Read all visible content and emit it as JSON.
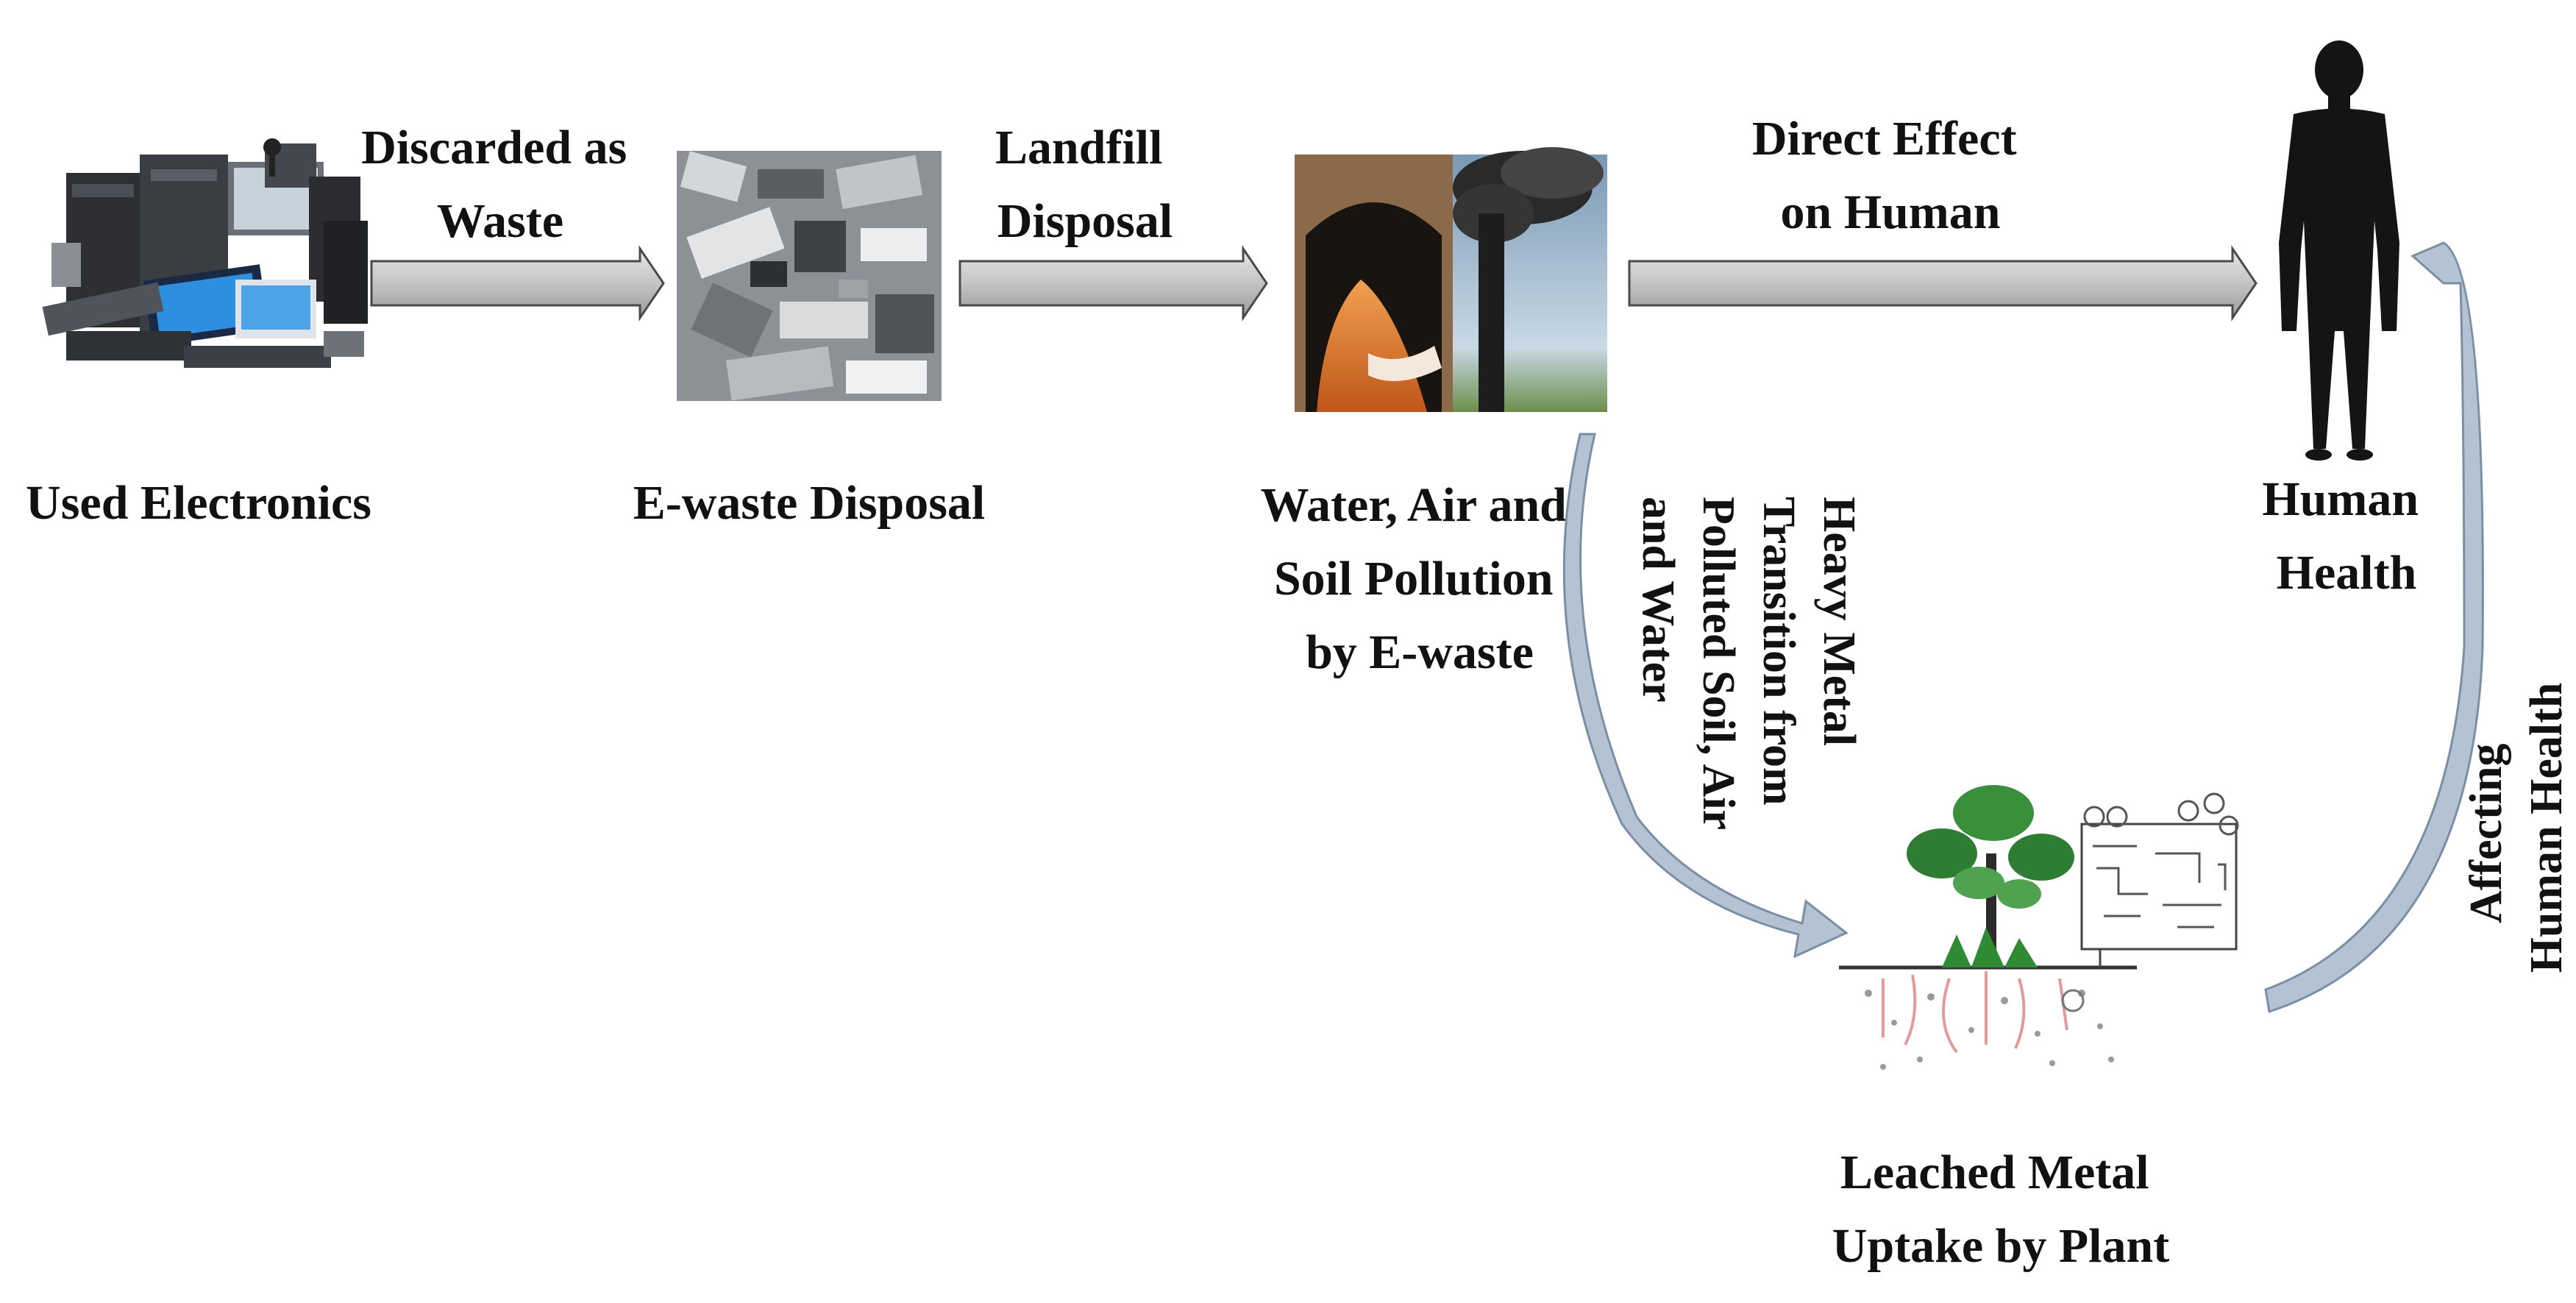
{
  "colors": {
    "arrow_fill": "#c8c8c8",
    "arrow_stroke": "#4a4a4a",
    "curve_arrow_fill": "#b4c3d4",
    "curve_arrow_stroke": "#7a8ea6",
    "text": "#111111",
    "human_silhouette": "#141414"
  },
  "nodes": {
    "used_electronics": {
      "label": "Used Electronics",
      "icon": "electronics-pile-icon"
    },
    "ewaste_disposal": {
      "label": "E-waste Disposal",
      "icon": "scrap-pile-icon"
    },
    "pollution": {
      "lines": [
        "Water, Air and",
        "Soil Pollution",
        "by E-waste"
      ],
      "icon": "pollution-icon"
    },
    "human_health": {
      "lines": [
        "Human",
        "Health"
      ],
      "icon": "human-silhouette-icon"
    },
    "plant_uptake": {
      "lines": [
        "Leached Metal",
        "Uptake by Plant"
      ],
      "icon": "plant-soil-icon"
    }
  },
  "edges": {
    "discarded": {
      "lines": [
        "Discarded as",
        "Waste"
      ]
    },
    "landfill": {
      "lines": [
        "Landfill",
        "Disposal"
      ]
    },
    "direct_effect": {
      "lines": [
        "Direct Effect",
        "on Human"
      ]
    },
    "heavy_metal": {
      "lines": [
        "Heavy Metal",
        "Transition from",
        "Polluted Soil, Air",
        "and Water"
      ]
    },
    "affecting": {
      "lines": [
        "Affecting",
        "Human Health"
      ]
    }
  }
}
